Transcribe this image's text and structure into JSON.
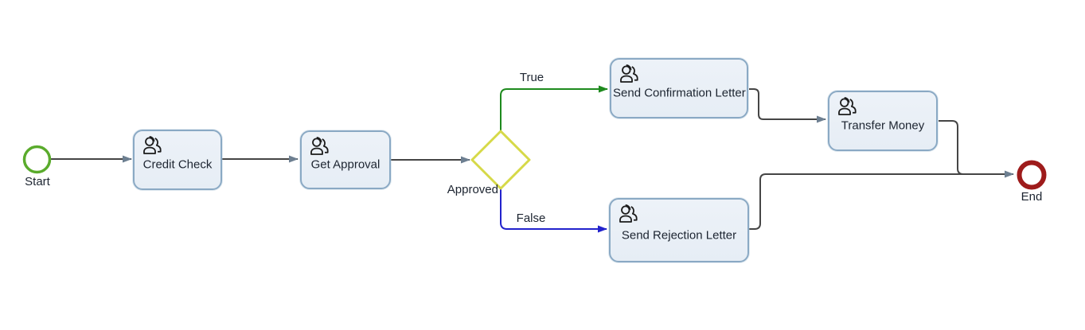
{
  "diagram": {
    "kind": "bpmn-process-flow",
    "nodes": {
      "start": {
        "label": "Start",
        "type": "start-event"
      },
      "credit_check": {
        "label": "Credit Check",
        "type": "user-task",
        "icon": "user-icon"
      },
      "get_approval": {
        "label": "Get Approval",
        "type": "user-task",
        "icon": "user-icon"
      },
      "approved_gateway": {
        "label": "Approved",
        "type": "exclusive-gateway"
      },
      "send_confirmation": {
        "label": "Send Confirmation Letter",
        "type": "user-task",
        "icon": "user-icon"
      },
      "send_rejection": {
        "label": "Send Rejection Letter",
        "type": "user-task",
        "icon": "user-icon"
      },
      "transfer_money": {
        "label": "Transfer Money",
        "type": "user-task",
        "icon": "user-icon"
      },
      "end": {
        "label": "End",
        "type": "end-event"
      }
    },
    "edges": [
      {
        "from": "start",
        "to": "credit_check",
        "label": ""
      },
      {
        "from": "credit_check",
        "to": "get_approval",
        "label": ""
      },
      {
        "from": "get_approval",
        "to": "approved_gateway",
        "label": ""
      },
      {
        "from": "approved_gateway",
        "to": "send_confirmation",
        "label": "True"
      },
      {
        "from": "approved_gateway",
        "to": "send_rejection",
        "label": "False"
      },
      {
        "from": "send_confirmation",
        "to": "transfer_money",
        "label": ""
      },
      {
        "from": "transfer_money",
        "to": "end",
        "label": ""
      },
      {
        "from": "send_rejection",
        "to": "end",
        "label": ""
      }
    ],
    "colors": {
      "start_event": "#5aab2c",
      "end_event": "#9e1b1b",
      "gateway": "#d6d948",
      "true_edge": "#1e8a1e",
      "false_edge": "#2222cc",
      "edge": "#454545",
      "arrowhead": "#6d7f91",
      "task_fill": "#e6edf5",
      "task_border": "#8aa9c4",
      "text": "#1c2430"
    }
  }
}
